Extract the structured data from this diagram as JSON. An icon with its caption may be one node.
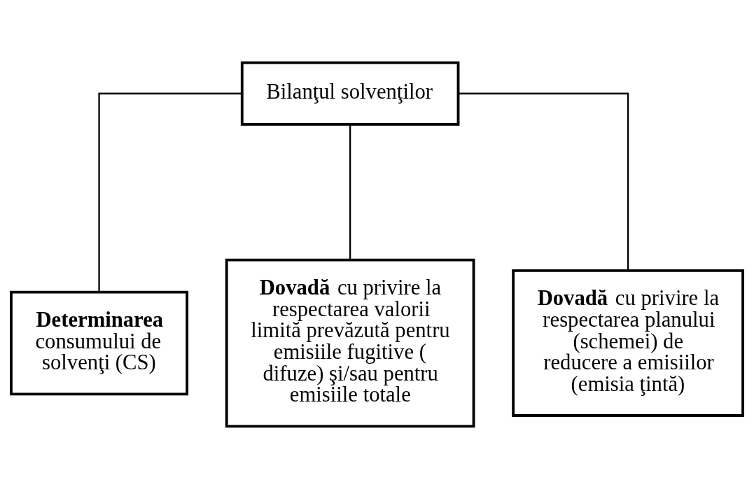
{
  "diagram": {
    "nodes": [
      {
        "text": [
          "Bilanţul solvenţilor"
        ]
      },
      {
        "text": [
          "**Determinarea** consumului de solvenţi (CS)"
        ]
      },
      {
        "text": [
          "**Dovadă** cu privire la respectarea valorii limită prevăzută pentru emisiile fugitive ( difuze) şi/sau pentru emisiile totale"
        ]
      },
      {
        "text": [
          "**Dovadă** cu privire la respectarea planului (schemei) de reducere a emisiilor (emisia ţintă)"
        ]
      }
    ],
    "edges": [
      {
        "from": 0,
        "to": 1,
        "arrow": "none"
      },
      {
        "from": 0,
        "to": 2,
        "arrow": "none"
      },
      {
        "from": 0,
        "to": 3,
        "arrow": "none"
      }
    ]
  }
}
